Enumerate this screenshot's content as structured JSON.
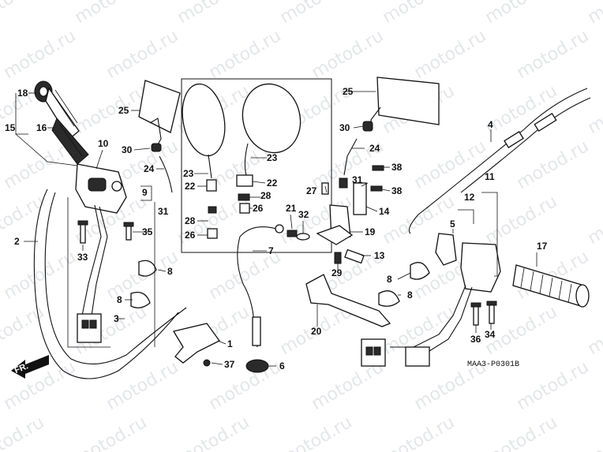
{
  "diagram": {
    "code": "MAA3-P0301B",
    "front_marker": "FR.",
    "watermark": "motod.ru",
    "callouts": [
      {
        "id": "c18",
        "text": "18"
      },
      {
        "id": "c16",
        "text": "16"
      },
      {
        "id": "c15",
        "text": "15"
      },
      {
        "id": "c10",
        "text": "10"
      },
      {
        "id": "c25a",
        "text": "25"
      },
      {
        "id": "c30a",
        "text": "30"
      },
      {
        "id": "c24a",
        "text": "24"
      },
      {
        "id": "c9",
        "text": "9"
      },
      {
        "id": "c31a",
        "text": "31"
      },
      {
        "id": "c35",
        "text": "35"
      },
      {
        "id": "c2",
        "text": "2"
      },
      {
        "id": "c33",
        "text": "33"
      },
      {
        "id": "c8a",
        "text": "8"
      },
      {
        "id": "c8b",
        "text": "8"
      },
      {
        "id": "c3",
        "text": "3"
      },
      {
        "id": "c23a",
        "text": "23"
      },
      {
        "id": "c22a",
        "text": "22"
      },
      {
        "id": "c28a",
        "text": "28"
      },
      {
        "id": "c26a",
        "text": "26"
      },
      {
        "id": "c23b",
        "text": "23"
      },
      {
        "id": "c22b",
        "text": "22"
      },
      {
        "id": "c28b",
        "text": "28"
      },
      {
        "id": "c26b",
        "text": "26"
      },
      {
        "id": "c1",
        "text": "1"
      },
      {
        "id": "c37",
        "text": "37"
      },
      {
        "id": "c21",
        "text": "21"
      },
      {
        "id": "c32",
        "text": "32"
      },
      {
        "id": "c7",
        "text": "7"
      },
      {
        "id": "c6",
        "text": "6"
      },
      {
        "id": "c25b",
        "text": "25"
      },
      {
        "id": "c30b",
        "text": "30"
      },
      {
        "id": "c24b",
        "text": "24"
      },
      {
        "id": "c38a",
        "text": "38"
      },
      {
        "id": "c27",
        "text": "27"
      },
      {
        "id": "c31b",
        "text": "31"
      },
      {
        "id": "c38b",
        "text": "38"
      },
      {
        "id": "c14",
        "text": "14"
      },
      {
        "id": "c19",
        "text": "19"
      },
      {
        "id": "c13",
        "text": "13"
      },
      {
        "id": "c29",
        "text": "29"
      },
      {
        "id": "c20",
        "text": "20"
      },
      {
        "id": "c8c",
        "text": "8"
      },
      {
        "id": "c8d",
        "text": "8"
      },
      {
        "id": "c4",
        "text": "4"
      },
      {
        "id": "c11",
        "text": "11"
      },
      {
        "id": "c12",
        "text": "12"
      },
      {
        "id": "c5",
        "text": "5"
      },
      {
        "id": "c17",
        "text": "17"
      },
      {
        "id": "c36",
        "text": "36"
      },
      {
        "id": "c34",
        "text": "34"
      }
    ]
  }
}
